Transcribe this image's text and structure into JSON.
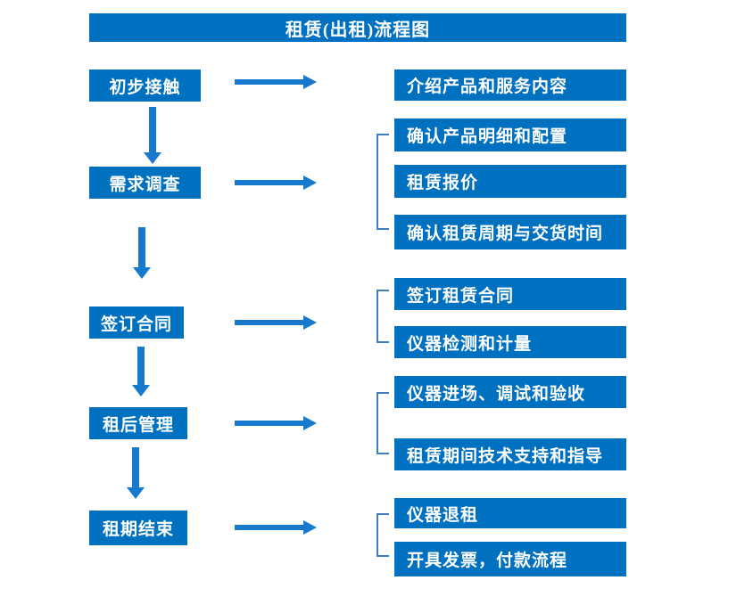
{
  "title": "租赁(出租)流程图",
  "colors": {
    "box": "#0070C0",
    "arrow": "#1679CE",
    "bracket": "#3F7FBF",
    "text": "#FFFFFF"
  },
  "stages": [
    {
      "label": "初步接触",
      "outputs": [
        "介绍产品和服务内容"
      ]
    },
    {
      "label": "需求调查",
      "outputs": [
        "确认产品明细和配置",
        "租赁报价",
        "确认租赁周期与交货时间"
      ]
    },
    {
      "label": "签订合同",
      "outputs": [
        "签订租赁合同",
        "仪器检测和计量"
      ]
    },
    {
      "label": "租后管理",
      "outputs": [
        "仪器进场、调试和验收",
        "租赁期间技术支持和指导"
      ]
    },
    {
      "label": "租期结束",
      "outputs": [
        "仪器退租",
        "开具发票，付款流程"
      ]
    }
  ]
}
